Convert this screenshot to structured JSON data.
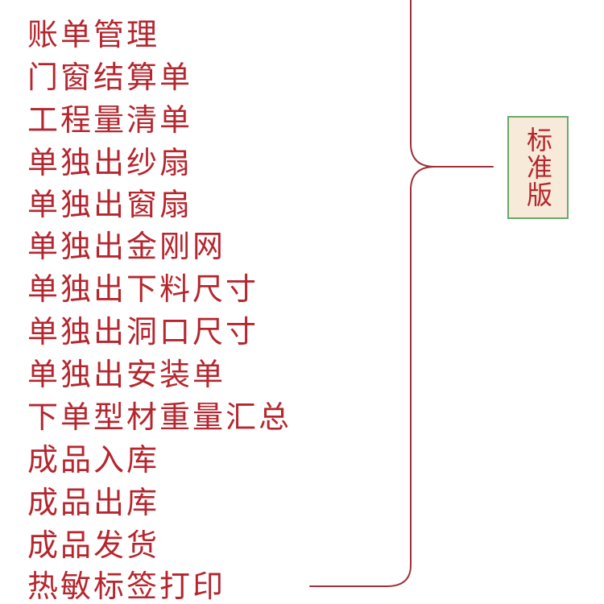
{
  "items": [
    "账单管理",
    "门窗结算单",
    "工程量清单",
    "单独出纱扇",
    "单独出窗扇",
    "单独出金刚网",
    "单独出下料尺寸",
    "单独出洞口尺寸",
    "单独出安装单",
    "下单型材重量汇总",
    "成品入库",
    "成品出库",
    "成品发货",
    "热敏标签打印"
  ],
  "edition_label": "标准版",
  "colors": {
    "text": "#b5262e",
    "brace": "#a0303a",
    "box_fill": "#f7ead8",
    "box_border": "#6aa86a"
  }
}
